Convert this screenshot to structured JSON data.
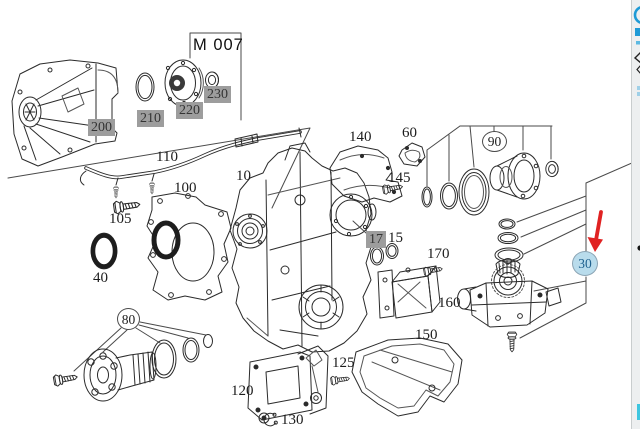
{
  "diagram": {
    "module_label": "M 007",
    "highlighted_callout": "30",
    "callouts": {
      "c10": "10",
      "c15": "15",
      "c17": "17",
      "c30": "30",
      "c40": "40",
      "c60": "60",
      "c80": "80",
      "c90": "90",
      "c100": "100",
      "c105": "105",
      "c110": "110",
      "c120": "120",
      "c125": "125",
      "c130": "130",
      "c140": "140",
      "c145": "145",
      "c150": "150",
      "c160": "160",
      "c170": "170",
      "c200": "200",
      "c210": "210",
      "c220": "220",
      "c230": "230"
    },
    "styles": {
      "boxed_gray": [
        "17",
        "200",
        "210",
        "220",
        "230"
      ],
      "circled_plain": [
        "80",
        "90"
      ],
      "circled_highlight": [
        "30"
      ]
    },
    "colors": {
      "line": "#2b2b2b",
      "label_box_bg": "#9d9d9d",
      "highlight_fill": "#b9dcec",
      "highlight_text": "#1f618f",
      "arrow_red": "#e02222",
      "toolbar_blue": "#1e9ad6",
      "edge_cyan": "#3ec6e0"
    }
  }
}
